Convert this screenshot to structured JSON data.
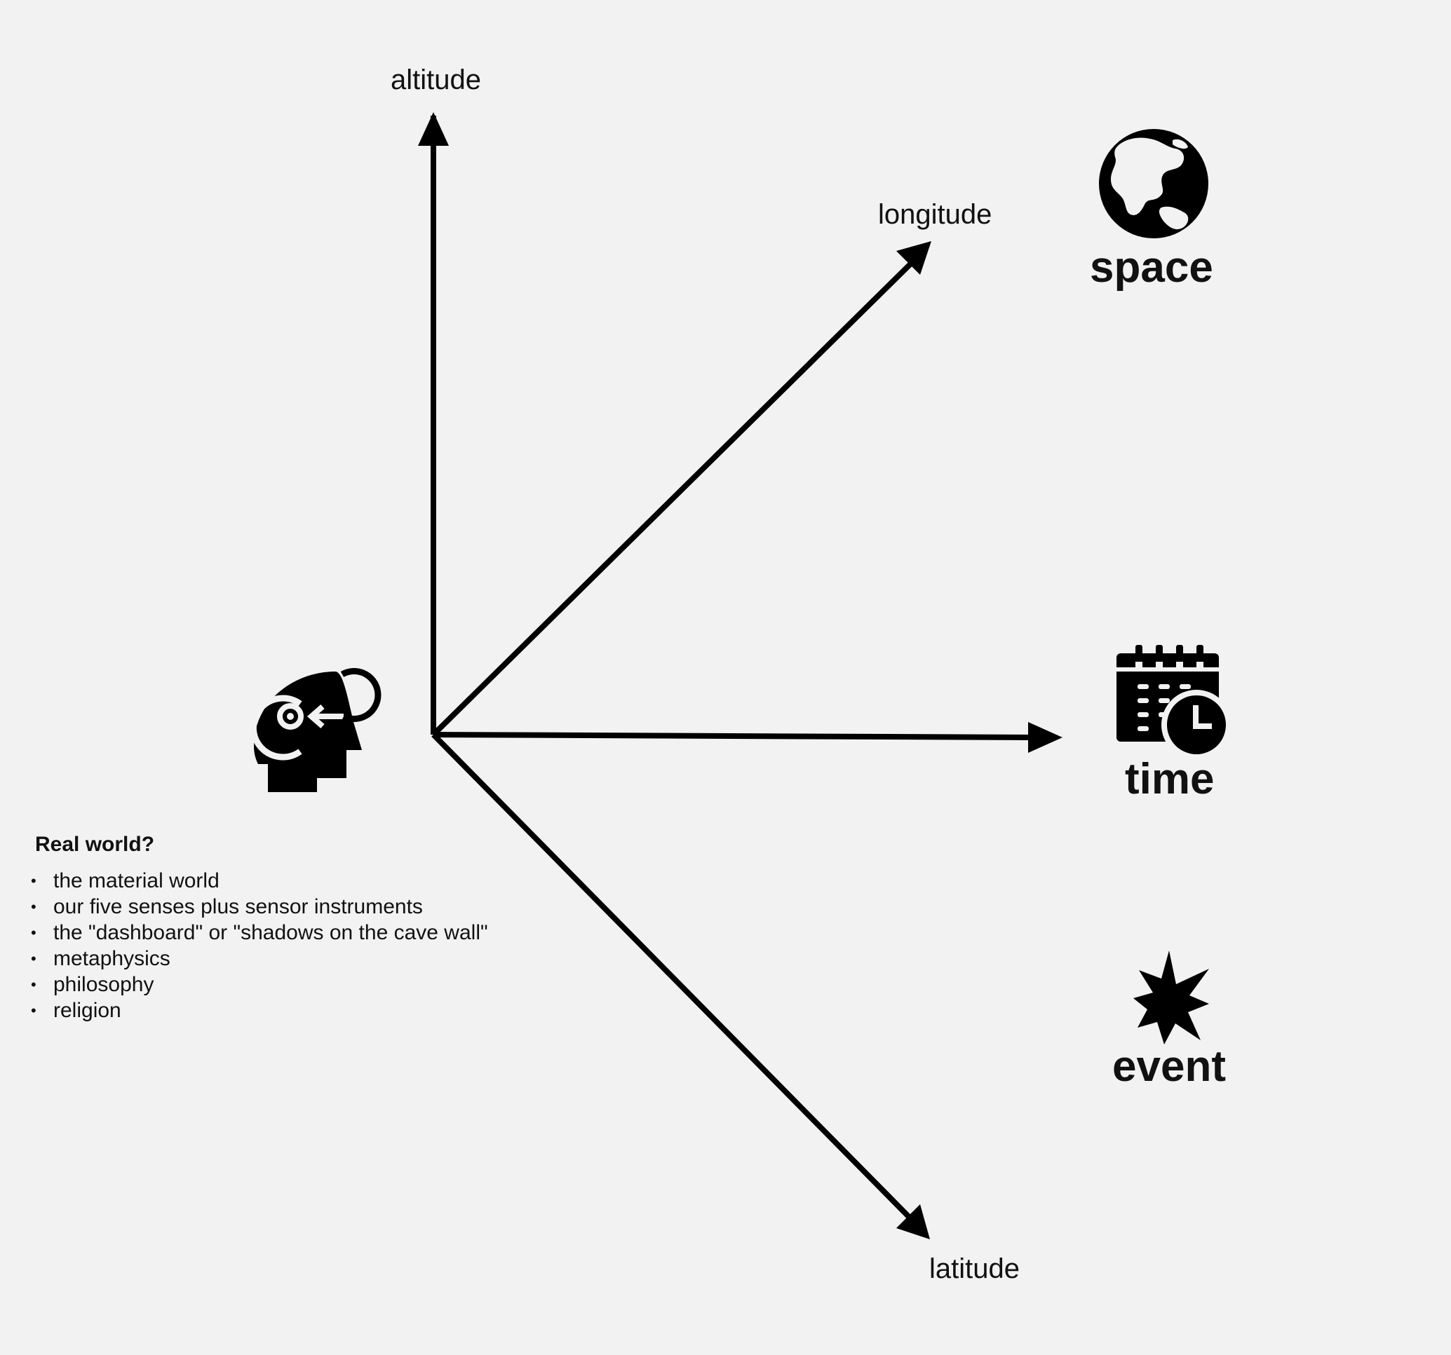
{
  "axes": {
    "altitude": "altitude",
    "longitude": "longitude",
    "time_axis": "",
    "latitude": "latitude"
  },
  "concepts": {
    "space": "space",
    "time": "time",
    "event": "event"
  },
  "icons": {
    "observer": "head-reflection-icon",
    "space": "globe-icon",
    "time": "calendar-clock-icon",
    "event": "explosion-star-icon"
  },
  "notes": {
    "heading": "Real world?",
    "items": [
      "the material world",
      "our five senses plus sensor instruments",
      "the \"dashboard\" or \"shadows on the cave wall\"",
      "metaphysics",
      "philosophy",
      "religion"
    ],
    "bullet": "•"
  },
  "colors": {
    "background": "#f2f2f2",
    "ink": "#000000"
  }
}
